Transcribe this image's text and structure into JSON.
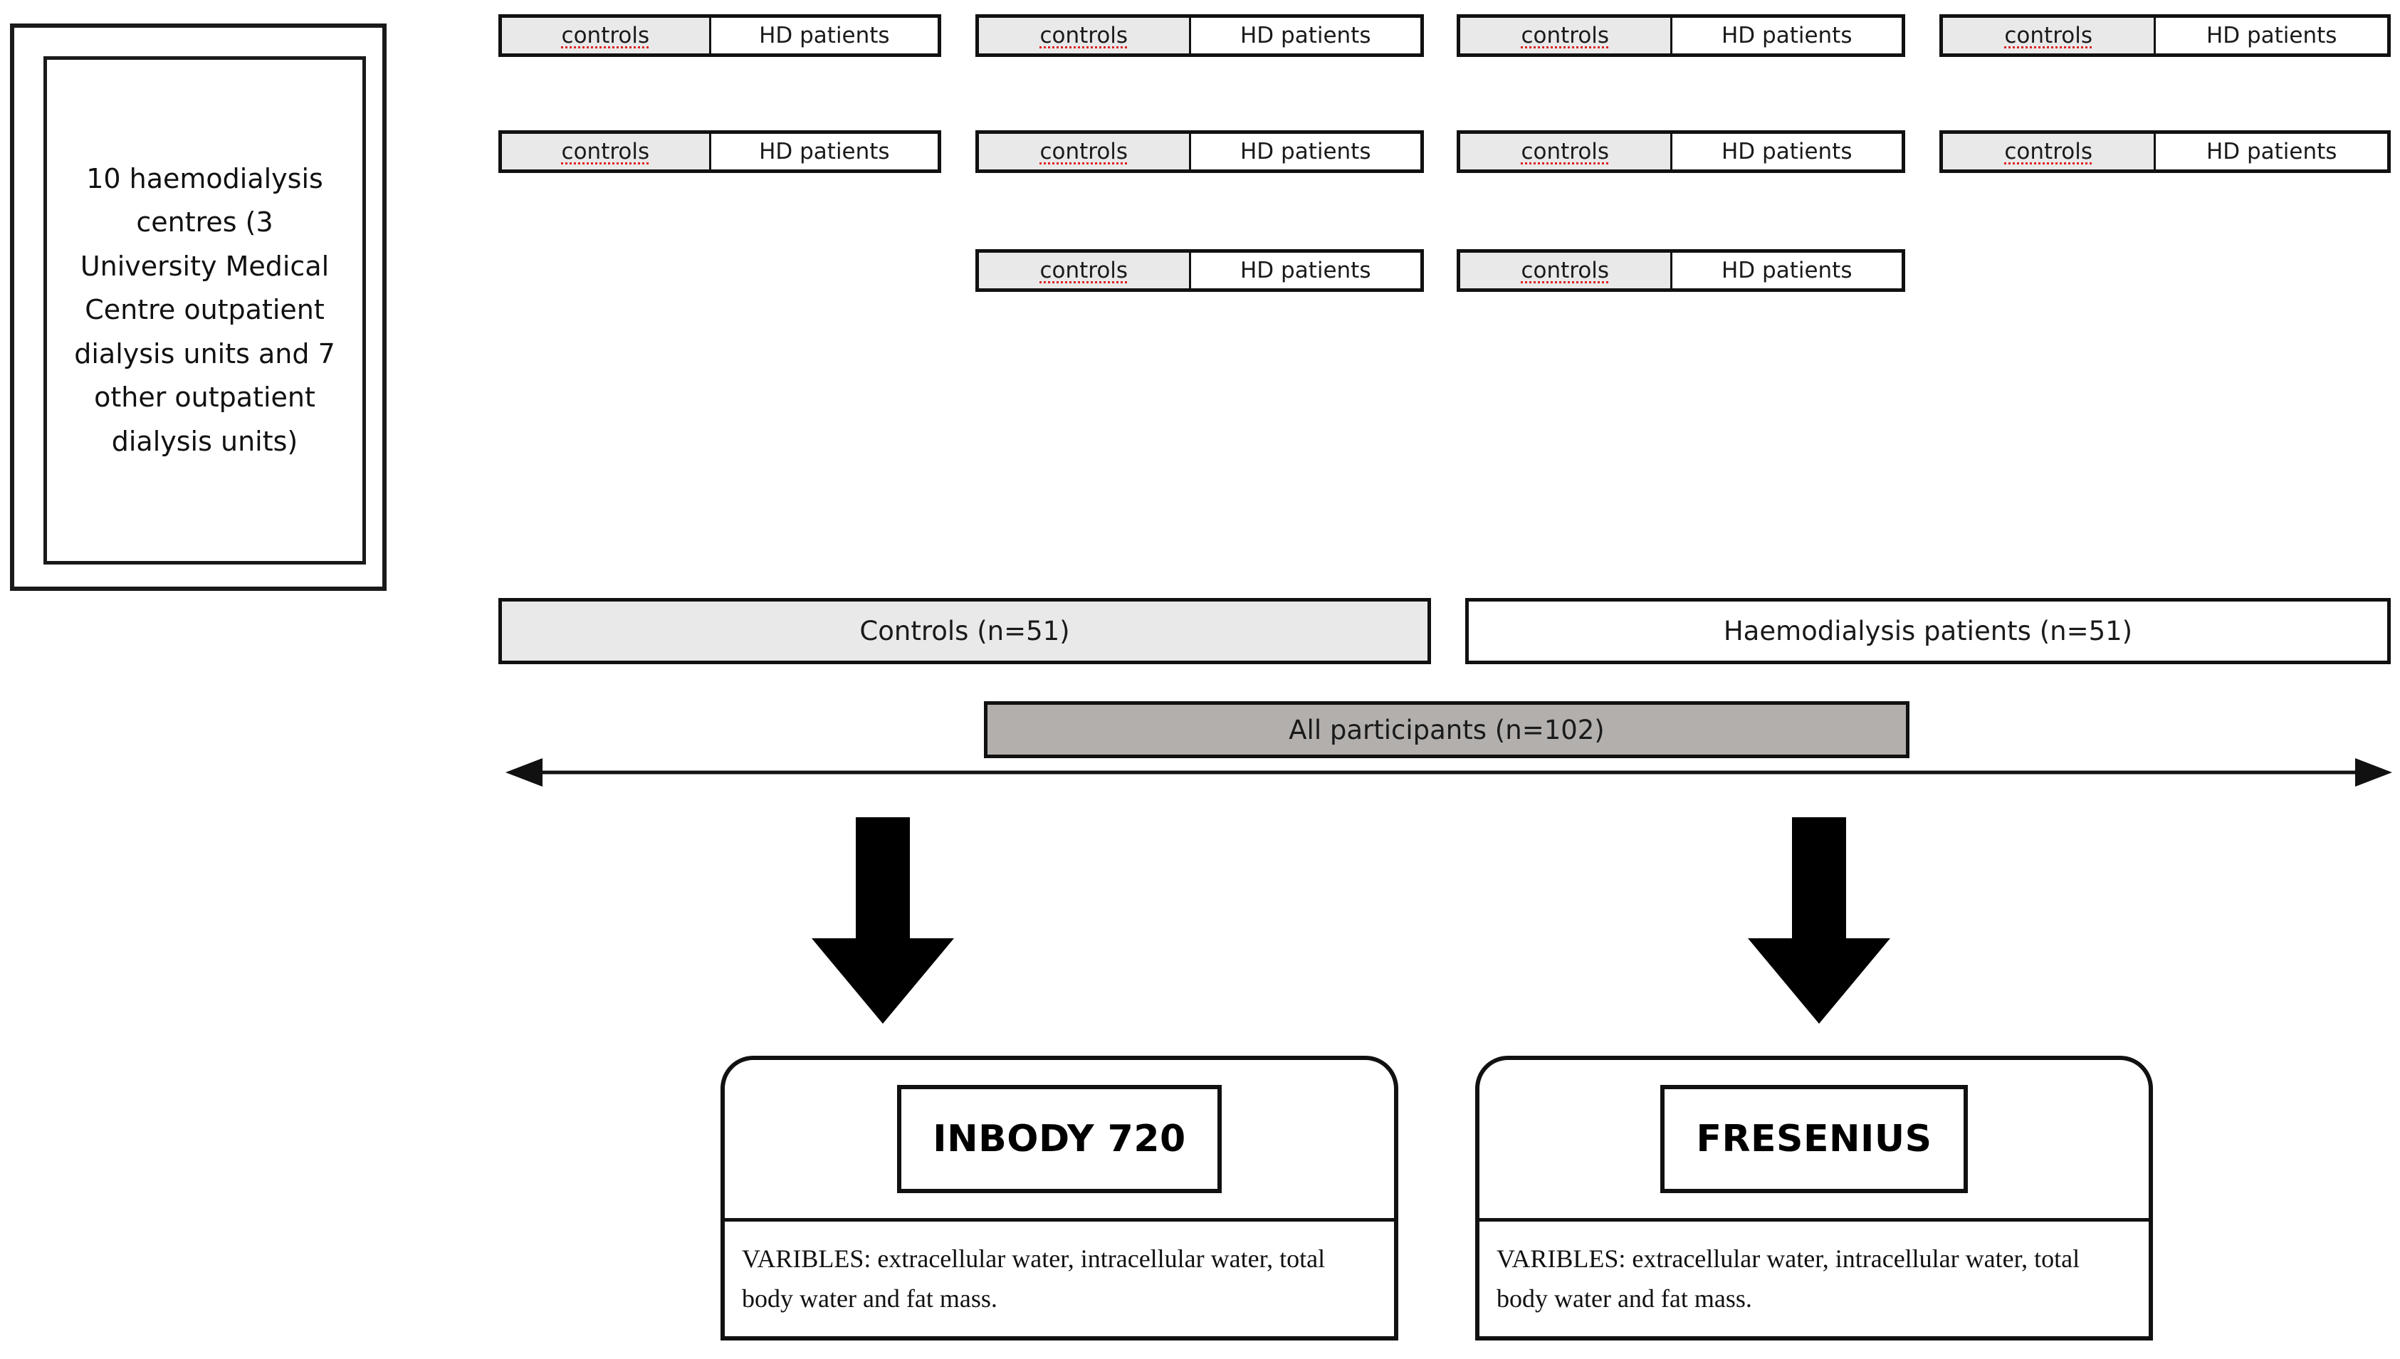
{
  "centre_box": {
    "text": "10 haemodialysis centres (3 University Medical Centre outpatient dialysis units and 7 other outpatient dialysis units)"
  },
  "site_grid": {
    "controls_label": "controls",
    "hd_label": "HD patients",
    "rows": [
      {
        "boxes": [
          1,
          2,
          3,
          4
        ]
      },
      {
        "boxes": [
          5,
          6,
          7,
          8
        ]
      },
      {
        "boxes": [
          9,
          10
        ]
      }
    ]
  },
  "summary": {
    "controls": "Controls (n=51)",
    "haemodialysis": "Haemodialysis patients (n=51)",
    "all_participants": "All participants (n=102)"
  },
  "devices": [
    {
      "name": "INBODY 720",
      "variables": "VARIBLES: extracellular water, intracellular water, total body water and fat mass."
    },
    {
      "name": "FRESENIUS",
      "variables": "VARIBLES: extracellular water, intracellular water, total body water and fat mass."
    }
  ],
  "colors": {
    "controls_fill": "#E9E9E9",
    "all_participants_fill": "#B2AFAD",
    "stroke": "#111111",
    "spellcheck_underline": "#E02020"
  }
}
